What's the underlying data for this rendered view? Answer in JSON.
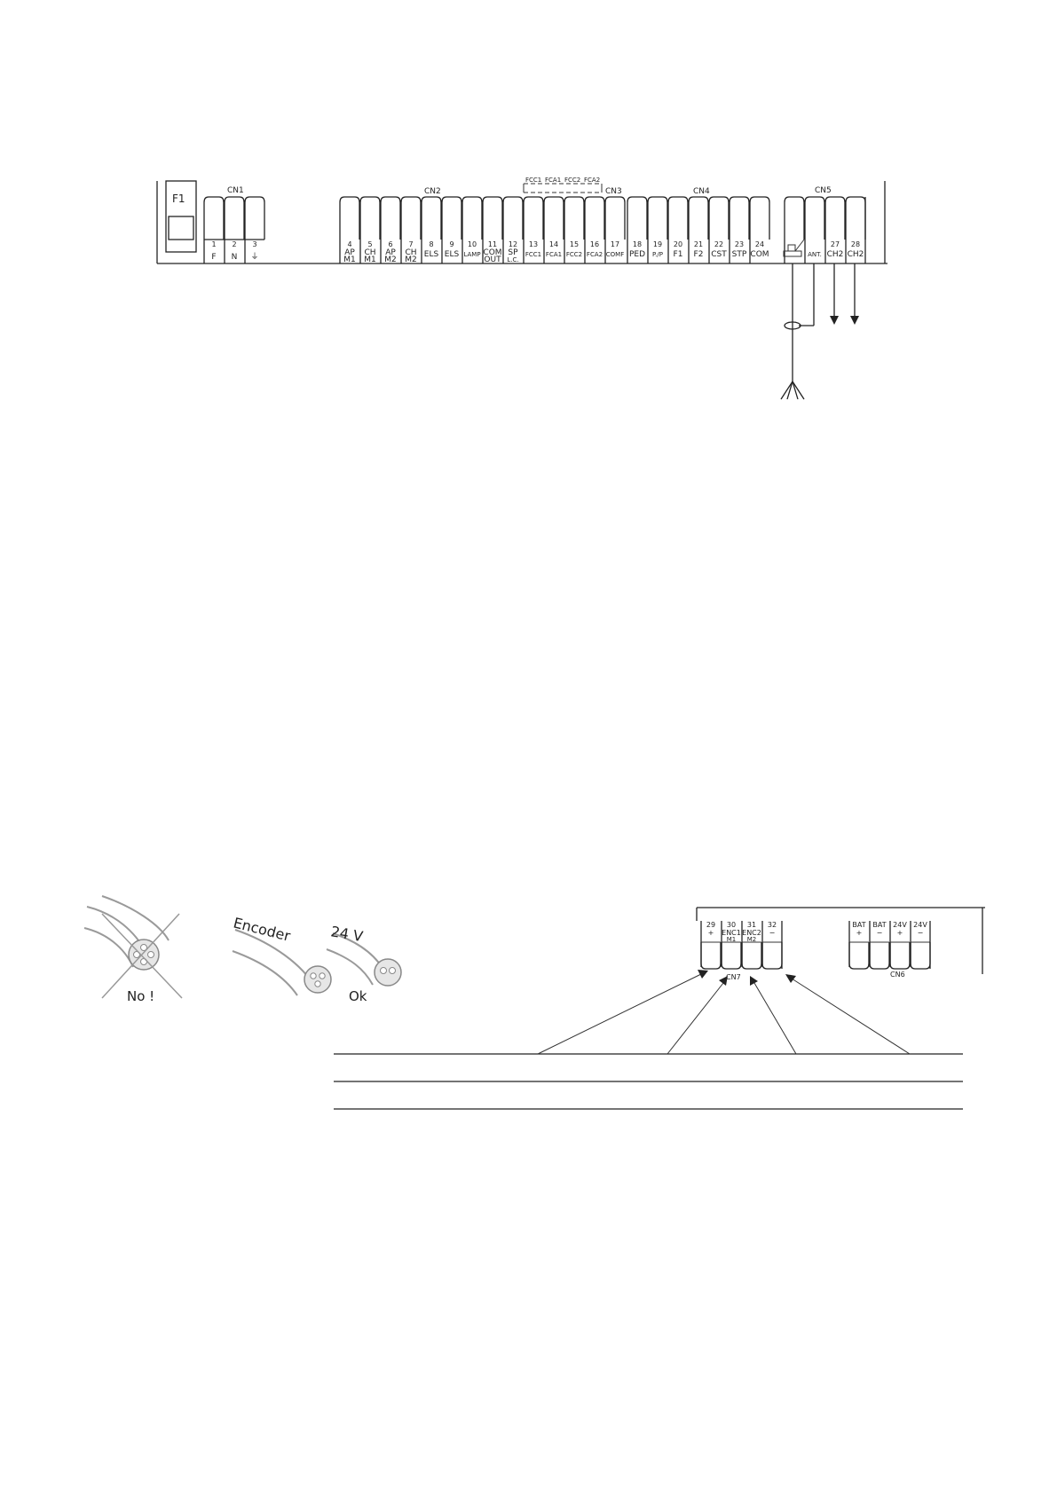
{
  "top_board": {
    "fuse_label": "F1",
    "groups": [
      {
        "name": "CN1"
      },
      {
        "name": "CN2"
      },
      {
        "name": "CN3"
      },
      {
        "name": "CN4"
      },
      {
        "name": "CN5"
      }
    ],
    "terminals": [
      {
        "num": "1",
        "line1": "F",
        "line2": ""
      },
      {
        "num": "2",
        "line1": "N",
        "line2": ""
      },
      {
        "num": "3",
        "line1": "⏚",
        "line2": ""
      },
      {
        "num": "4",
        "line1": "AP",
        "line2": "M1"
      },
      {
        "num": "5",
        "line1": "CH",
        "line2": "M1"
      },
      {
        "num": "6",
        "line1": "AP",
        "line2": "M2"
      },
      {
        "num": "7",
        "line1": "CH",
        "line2": "M2"
      },
      {
        "num": "8",
        "line1": "ELS",
        "line2": ""
      },
      {
        "num": "9",
        "line1": "ELS",
        "line2": ""
      },
      {
        "num": "10",
        "line1": "LAMP",
        "line2": ""
      },
      {
        "num": "11",
        "line1": "COM",
        "line2": "OUT"
      },
      {
        "num": "12",
        "line1": "SP",
        "line2": "L.C."
      },
      {
        "num": "13",
        "line1": "FCC1",
        "line2": ""
      },
      {
        "num": "14",
        "line1": "FCA1",
        "line2": ""
      },
      {
        "num": "15",
        "line1": "FCC2",
        "line2": ""
      },
      {
        "num": "16",
        "line1": "FCA2",
        "line2": ""
      },
      {
        "num": "17",
        "line1": "COMF",
        "line2": ""
      },
      {
        "num": "18",
        "line1": "PED",
        "line2": ""
      },
      {
        "num": "19",
        "line1": "P./P",
        "line2": ""
      },
      {
        "num": "20",
        "line1": "F1",
        "line2": ""
      },
      {
        "num": "21",
        "line1": "F2",
        "line2": ""
      },
      {
        "num": "22",
        "line1": "CST",
        "line2": ""
      },
      {
        "num": "23",
        "line1": "STP",
        "line2": ""
      },
      {
        "num": "24",
        "line1": "COM",
        "line2": ""
      },
      {
        "num": "",
        "line1": "",
        "line2": ""
      },
      {
        "num": "",
        "line1": "ANT.",
        "line2": ""
      },
      {
        "num": "27",
        "line1": "CH2",
        "line2": ""
      },
      {
        "num": "28",
        "line1": "CH2",
        "line2": ""
      }
    ],
    "limit_switch_labels": [
      "FCC1",
      "FCA1",
      "FCC2",
      "FCA2"
    ]
  },
  "bottom_board": {
    "cn7_label": "CN7",
    "cn6_label": "CN6",
    "cn7_terminals": [
      {
        "line1": "29",
        "line2": "+"
      },
      {
        "line1": "30",
        "line2": "ENC1",
        "line3": "M1"
      },
      {
        "line1": "31",
        "line2": "ENC2",
        "line3": "M2"
      },
      {
        "line1": "32",
        "line2": "−"
      }
    ],
    "cn6_terminals": [
      {
        "line1": "BAT",
        "line2": "+"
      },
      {
        "line1": "BAT",
        "line2": "−"
      },
      {
        "line1": "24V",
        "line2": "+"
      },
      {
        "line1": "24V",
        "line2": "−"
      }
    ]
  },
  "cable_icons": {
    "no_label": "No !",
    "encoder_label": "Encoder",
    "v24_label": "24 V",
    "ok_label": "Ok"
  }
}
